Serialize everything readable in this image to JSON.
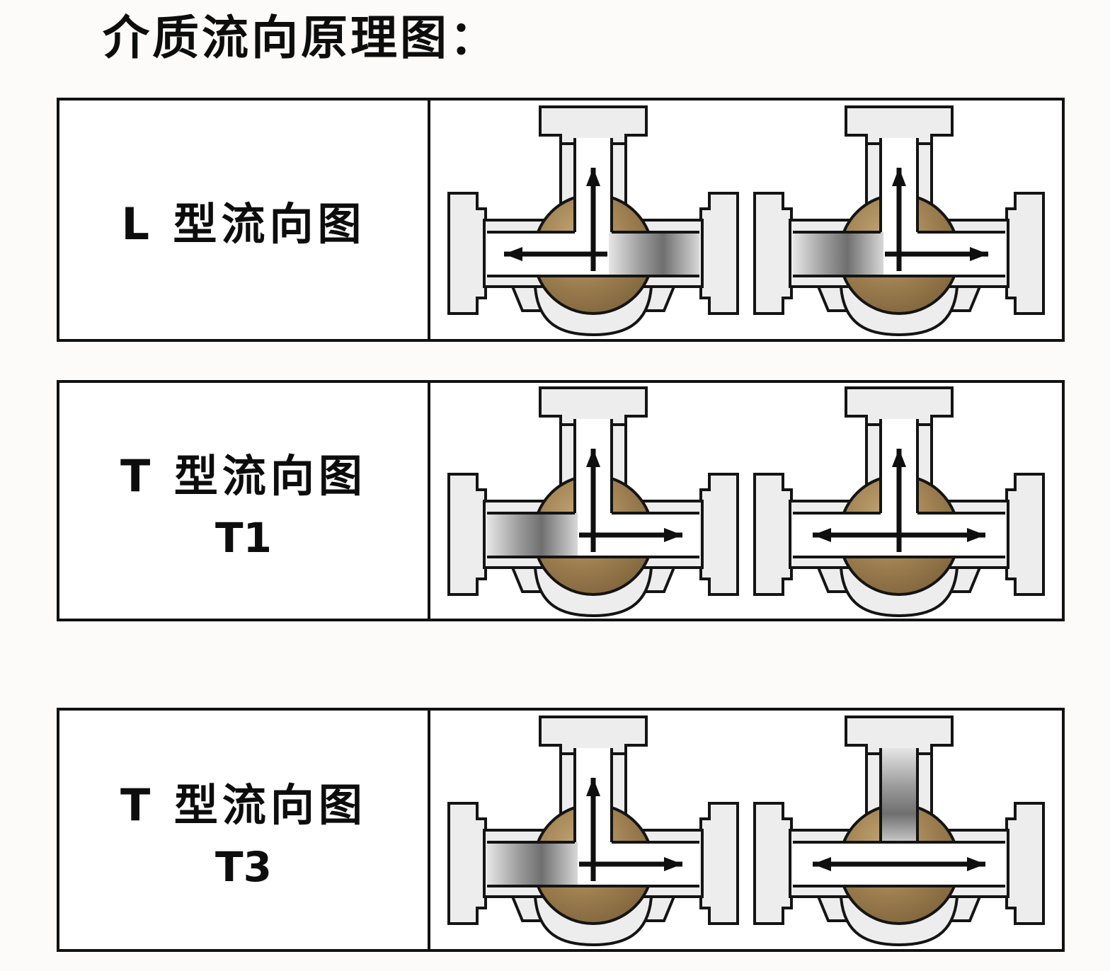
{
  "title": "介质流向原理图：",
  "rows": [
    {
      "id": "L",
      "label": "L 型流向图",
      "sublabel": "",
      "valves": [
        {
          "name": "L-state-up-left",
          "arrows": [
            "up",
            "left"
          ]
        },
        {
          "name": "L-state-up-right",
          "arrows": [
            "up",
            "right"
          ]
        }
      ]
    },
    {
      "id": "T1",
      "label": "T 型流向图",
      "sublabel": "T1",
      "valves": [
        {
          "name": "T1-state-up-right",
          "arrows": [
            "up",
            "right"
          ]
        },
        {
          "name": "T1-state-all-open",
          "arrows": [
            "up",
            "both"
          ]
        }
      ]
    },
    {
      "id": "T3",
      "label": "T 型流向图",
      "sublabel": "T3",
      "valves": [
        {
          "name": "T3-state-up-right",
          "arrows": [
            "up",
            "right"
          ]
        },
        {
          "name": "T3-state-horizontal",
          "arrows": [
            "both"
          ]
        }
      ]
    }
  ],
  "colors": {
    "ball": "#9a7c4e",
    "body": "#ededed",
    "outline": "#141414",
    "arrow": "#0f0f0f"
  }
}
